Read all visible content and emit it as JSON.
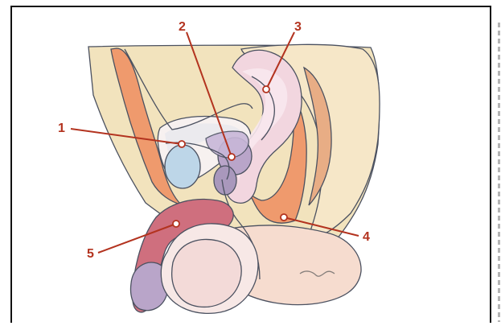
{
  "labels": [
    {
      "id": "1",
      "text": "1"
    },
    {
      "id": "2",
      "text": "2"
    },
    {
      "id": "3",
      "text": "3"
    },
    {
      "id": "4",
      "text": "4"
    },
    {
      "id": "5",
      "text": "5"
    }
  ],
  "colors": {
    "label_red": "#b3331f",
    "abdomen_yellow": "#f2e3bd",
    "muscle_orange": "#ef9a6d",
    "rectum_pink": "#f2d6df",
    "bladder_blue": "#bdd6e8",
    "penis_red": "#cf6f7e",
    "skin_pink": "#f6dccf",
    "organ_purple": "#b9a5c9"
  }
}
